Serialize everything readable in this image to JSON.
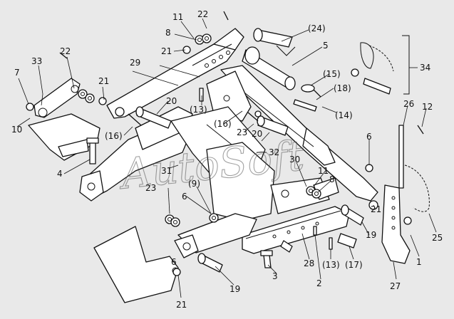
{
  "watermark": "AutoSoft",
  "colors": {
    "background": "#e9e9e9",
    "line": "#111111",
    "fill": "#ffffff"
  },
  "labels": {
    "l1": "1",
    "l2": "2",
    "l3": "3",
    "l4": "4",
    "l5": "5",
    "l6a": "6",
    "l6b": "6",
    "l6c": "6",
    "l7": "7",
    "l8a": "8",
    "l8b": "8",
    "l9": "(9)",
    "l10": "10",
    "l11a": "11",
    "l11b": "11",
    "l12": "12",
    "l13a": "(13)",
    "l13b": "(13)",
    "l14": "(14)",
    "l15": "(15)",
    "l16a": "(16)",
    "l16b": "(16)",
    "l17": "(17)",
    "l18": "(18)",
    "l19a": "19",
    "l19b": "19",
    "l20a": "20",
    "l20b": "20",
    "l21a": "21",
    "l21b": "21",
    "l21c": "21",
    "l21d": "21",
    "l22a": "22",
    "l22b": "22",
    "l23a": "23",
    "l23b": "23",
    "l24": "(24)",
    "l25": "25",
    "l26": "26",
    "l27": "27",
    "l28": "28",
    "l29": "29",
    "l30": "30",
    "l31": "31",
    "l32": "32",
    "l33": "33",
    "l34": "34"
  }
}
